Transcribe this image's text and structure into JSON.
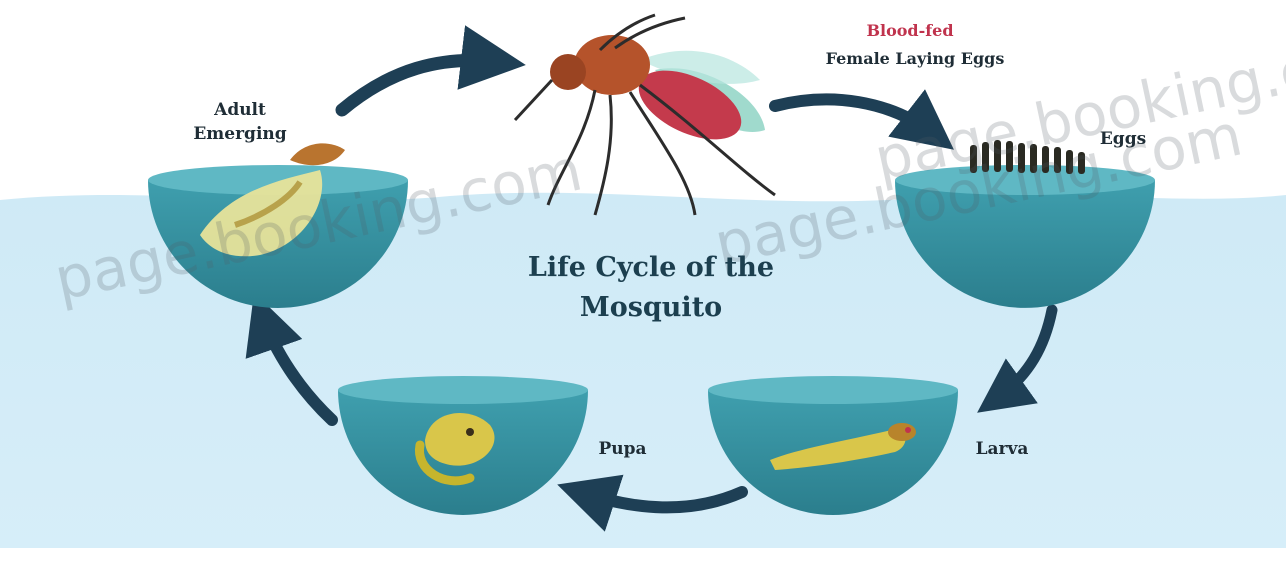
{
  "title": "Life Cycle of the Mosquito",
  "stages": {
    "adult_emerging": "Adult\nEmerging",
    "blood_fed_prefix": "Blood-fed",
    "female_laying_eggs": "Female Laying Eggs",
    "eggs": "Eggs",
    "larva": "Larva",
    "pupa": "Pupa"
  },
  "watermarks": [
    "page.booking.com",
    "page.booking.com",
    "page.booking.com"
  ],
  "colors": {
    "water": "#cde9f6",
    "bowl": "#3a97a5",
    "bowl_rim": "#5fb8c4",
    "arrow": "#1e3f55",
    "blood_fed": "#c0334d",
    "mosquito_body": "#b5532b"
  }
}
